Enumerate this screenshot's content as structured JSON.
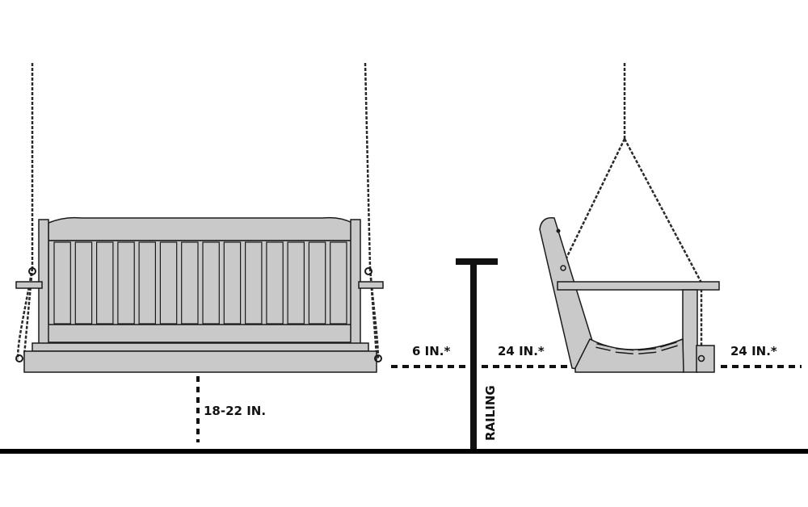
{
  "labels": {
    "seat_height": "18-22 IN.",
    "gap_to_railing": "6 IN.*",
    "clearance_front": "24 IN.*",
    "clearance_back": "24 IN.*",
    "railing": "RAILING"
  },
  "colors": {
    "wood": "#c9c9c9",
    "stroke": "#1a1a1a",
    "chain": "#2a2a2a",
    "ground": "#000000",
    "background": "#ffffff"
  }
}
